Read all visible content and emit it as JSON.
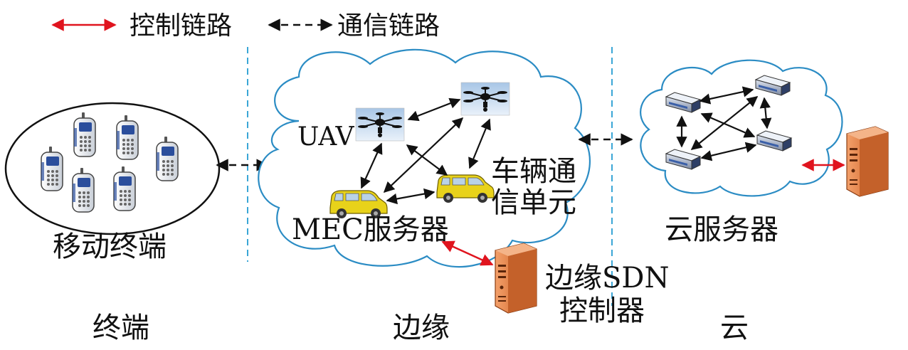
{
  "legend": {
    "control_link": "控制链路",
    "comm_link": "通信链路",
    "control_color": "#e0141e",
    "comm_color": "#111111"
  },
  "labels": {
    "mobile_terminal": "移动终端",
    "uav": "UAV",
    "vehicle_unit_line1": "车辆通",
    "vehicle_unit_line2": "信单元",
    "mec_server": "MEC服务器",
    "edge_sdn_line1": "边缘SDN",
    "edge_sdn_line2": "控制器",
    "cloud_server": "云服务器"
  },
  "zones": {
    "terminal": "终端",
    "edge": "边缘",
    "cloud": "云"
  },
  "colors": {
    "cloud_outline": "#2b8cc4",
    "divider": "#3aa6d6",
    "server_body": "#d9743a",
    "car_body": "#e8d21a"
  },
  "icons": [
    "mobile-phone-icon",
    "drone-icon",
    "car-icon",
    "server-icon",
    "switch-icon"
  ]
}
